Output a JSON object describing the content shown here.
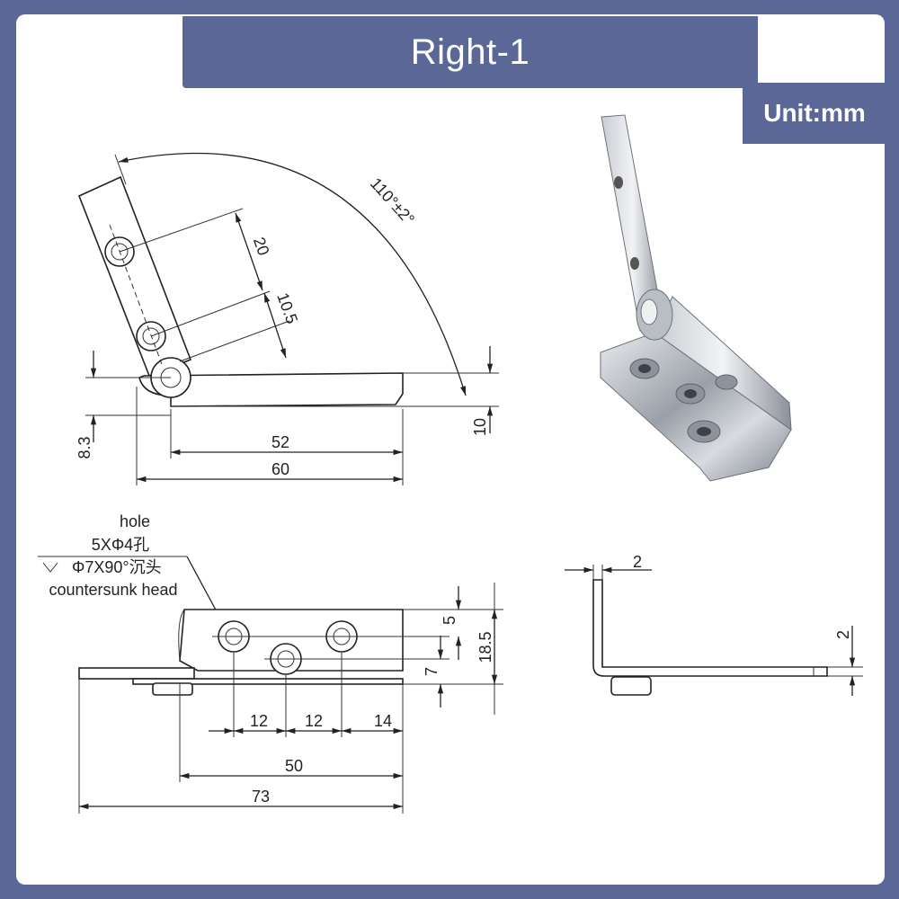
{
  "header": {
    "title": "Right-1"
  },
  "unit_badge": {
    "label": "Unit:mm"
  },
  "side_view": {
    "angle_label": "110°±2°",
    "dim_20": "20",
    "dim_10_5": "10.5",
    "dim_8_3": "8.3",
    "dim_52": "52",
    "dim_60": "60",
    "dim_10": "10"
  },
  "top_view": {
    "note_line1": "hole",
    "note_line2": "5XΦ4孔",
    "note_line3": "Φ7X90°沉头",
    "note_line4": "countersunk head",
    "dim_12a": "12",
    "dim_12b": "12",
    "dim_14": "14",
    "dim_50": "50",
    "dim_73": "73",
    "dim_5": "5",
    "dim_7": "7",
    "dim_18_5": "18.5"
  },
  "end_view": {
    "dim_2_top": "2",
    "dim_2_side": "2"
  },
  "colors": {
    "accent": "#5b6897",
    "line": "#222222",
    "background": "#ffffff"
  }
}
